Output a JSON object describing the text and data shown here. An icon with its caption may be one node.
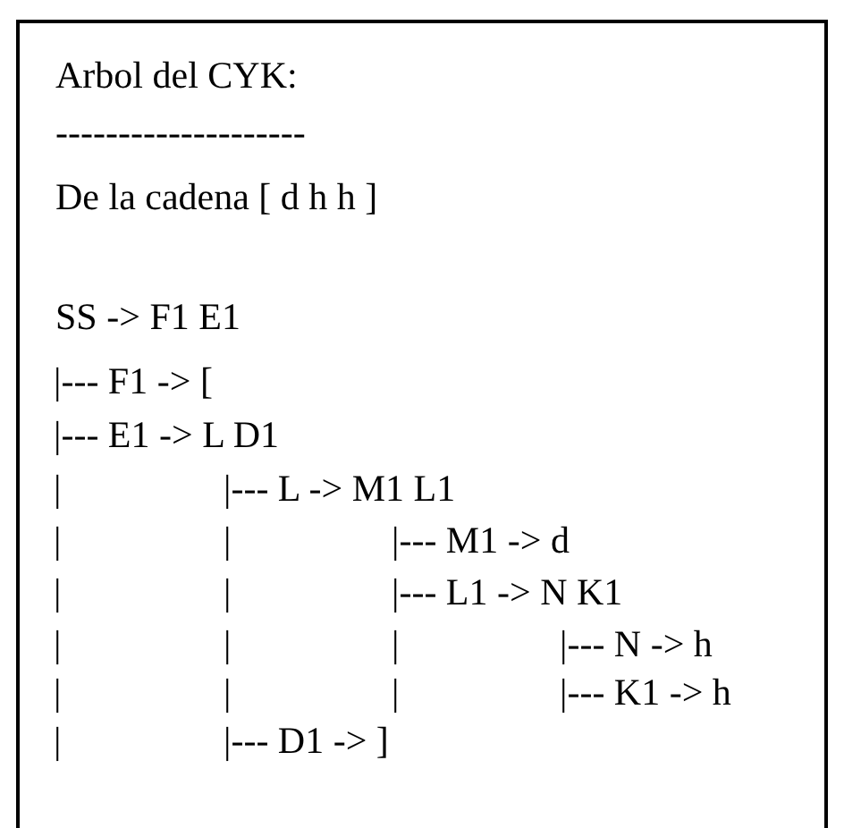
{
  "diagram": {
    "nodes": [
      {
        "text": [
          "Arbol del CYK:",
          "--------------------",
          "De la cadena [ d h h ]",
          "SS -> F1 E1",
          "|--- F1 -> [",
          "|--- E1 -> L D1",
          "|",
          "|--- L -> M1 L1",
          "|",
          "|",
          "|--- M1 -> d",
          "|",
          "|",
          "|--- L1 -> N K1",
          "|",
          "|",
          "|",
          "|--- N -> h",
          "|",
          "|",
          "|",
          "|--- K1 -> h",
          "|",
          "|--- D1 -> ]"
        ]
      }
    ]
  }
}
